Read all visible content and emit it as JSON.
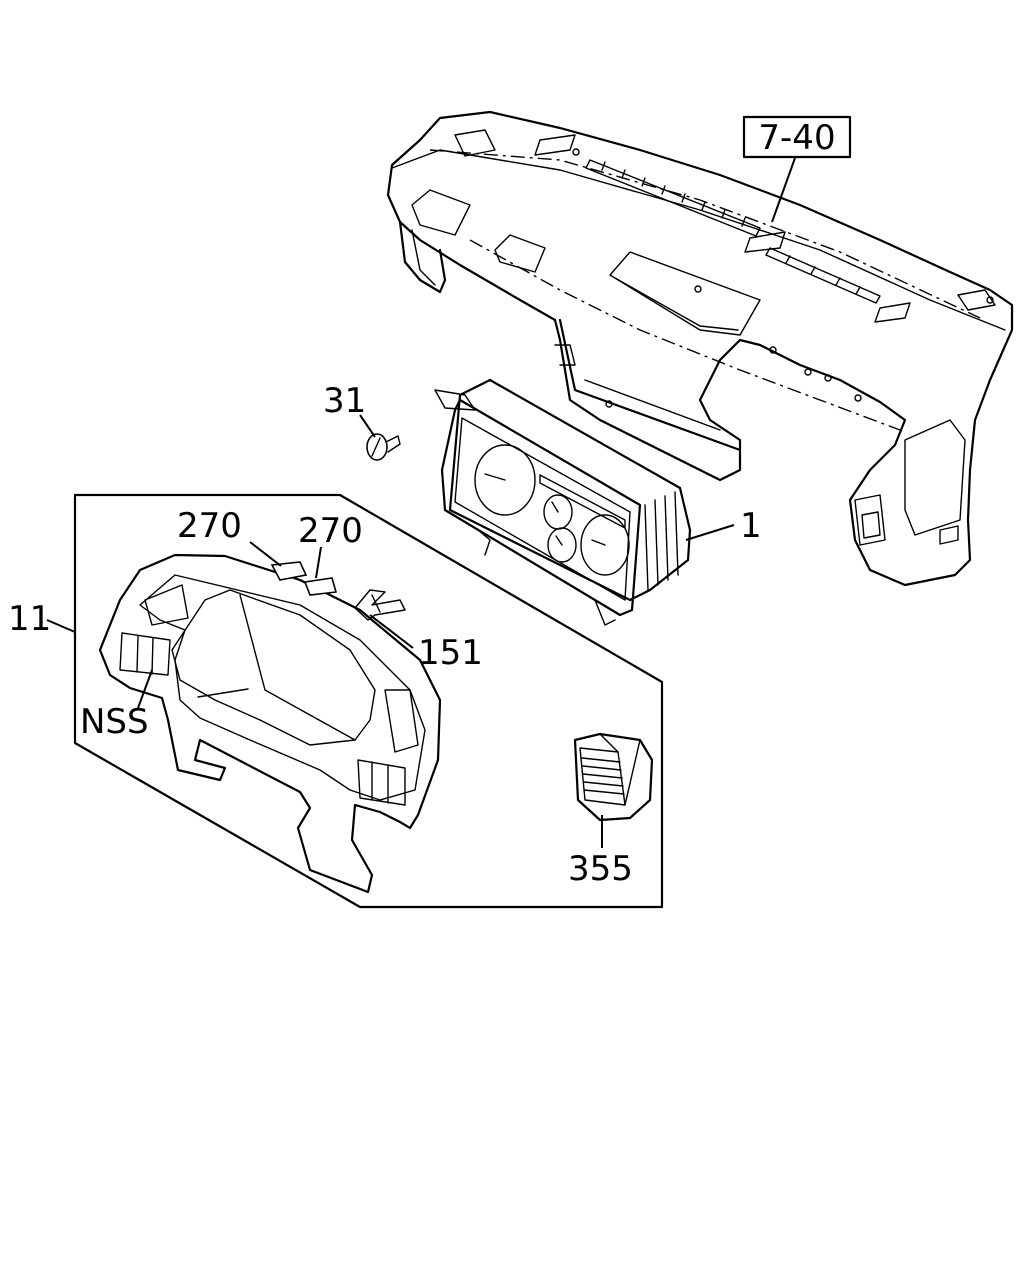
{
  "diagram": {
    "callouts": {
      "ref_7_40": "7-40",
      "part_31": "31",
      "part_1": "1",
      "part_270_a": "270",
      "part_270_b": "270",
      "part_11": "11",
      "part_151": "151",
      "part_nss": "NSS",
      "part_355": "355"
    }
  }
}
